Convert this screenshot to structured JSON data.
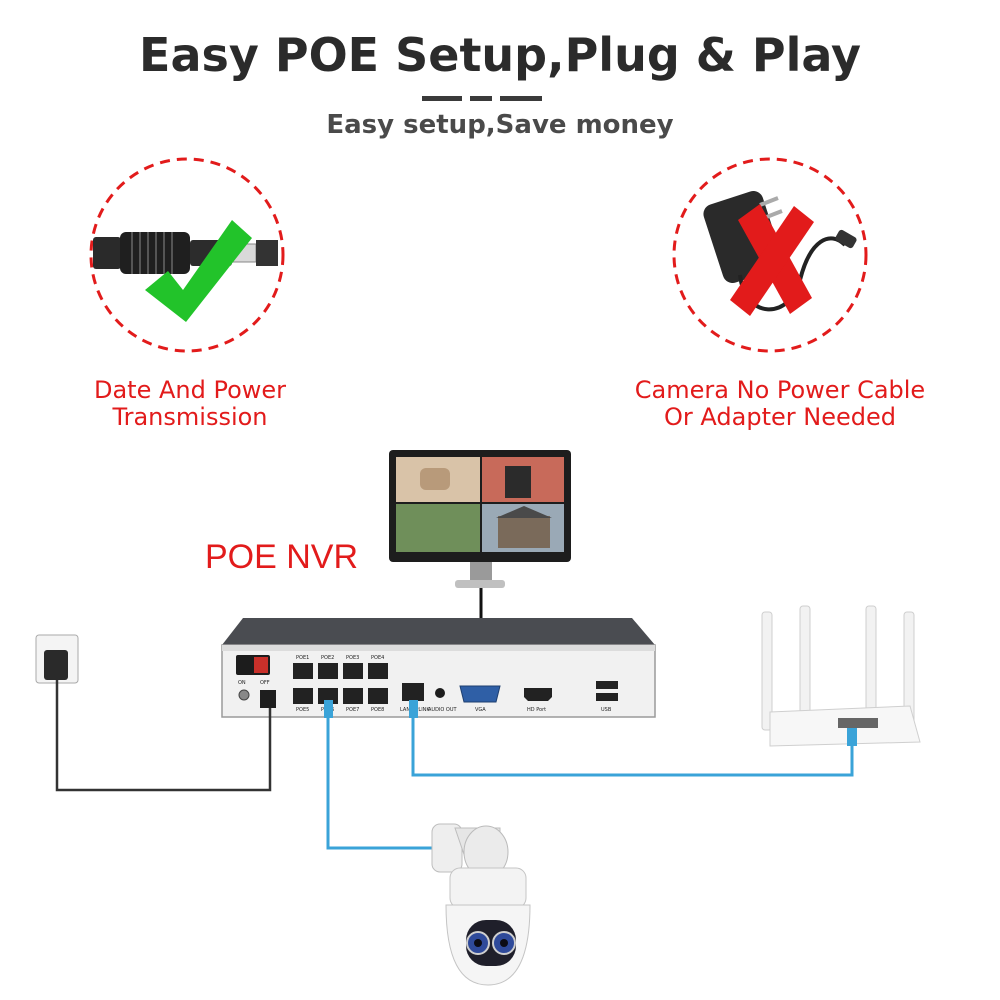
{
  "header": {
    "title": "Easy POE Setup,Plug & Play",
    "subtitle": "Easy setup,Save money"
  },
  "features": {
    "left_caption_line1": "Date And Power",
    "left_caption_line2": "Transmission",
    "right_caption_line1": "Camera No Power Cable",
    "right_caption_line2": "Or Adapter Needed"
  },
  "nvr": {
    "label": "POE NVR",
    "ports_top": [
      "POE1",
      "POE2",
      "POE3",
      "POE4"
    ],
    "ports_bottom": [
      "POE5",
      "POE6",
      "POE7",
      "POE8"
    ],
    "switch_labels": [
      "ON",
      "OFF"
    ],
    "rear_labels": [
      "LAN/UPLINK",
      "AUDIO OUT",
      "VGA",
      "HD Port",
      "USB"
    ]
  },
  "colors": {
    "accent_red": "#e21b1b",
    "check_green": "#22c32a",
    "cable_blue": "#3aa3d8",
    "nvr_body": "#3d3f44"
  },
  "icons": [
    "check-icon",
    "cross-icon",
    "power-adapter-icon",
    "poe-connector-icon",
    "monitor-icon",
    "router-icon",
    "ptz-camera-icon",
    "wall-socket-icon"
  ]
}
